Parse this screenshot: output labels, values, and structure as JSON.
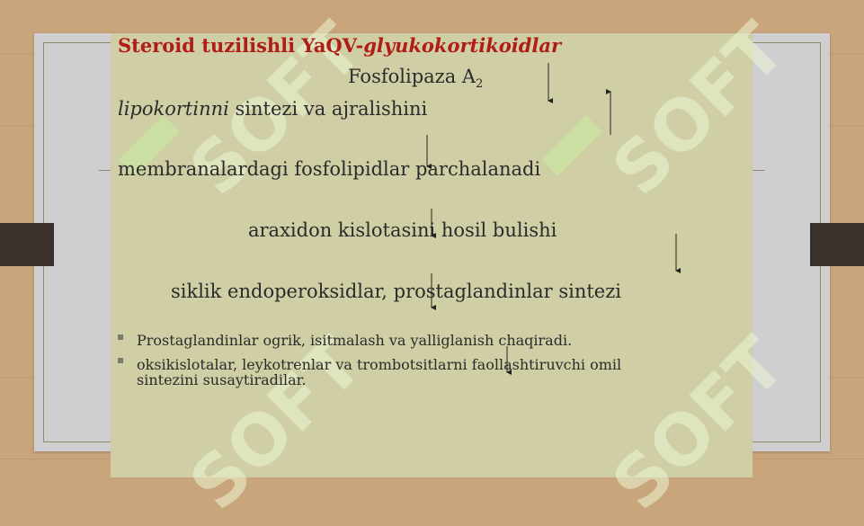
{
  "slide": {
    "title_bold": "Steroid tuzilishli YaQV-",
    "title_italic": "glyukokortikoidlar",
    "enzyme": "Fosfolipaza A",
    "enzyme_sub": "2",
    "line1_italic": "lipokortinni",
    "line1_rest": " sintezi va ajralishini",
    "line2": "membranalardagi fosfolipidlar parchalanadi",
    "line3": "araxidon kislotasini hosil bulishi",
    "line4": "siklik endoperoksidlar, prostaglandinlar sintezi",
    "bullets": [
      "Prostaglandinlar ogrik, isitmalash va yalliglanish chaqiradi.",
      "oksikislotalar, leykotrenlar va trombotsitlarni faollashtiruvchi  omil",
      "sintezini susaytiradilar."
    ],
    "watermark": "SOFT"
  }
}
